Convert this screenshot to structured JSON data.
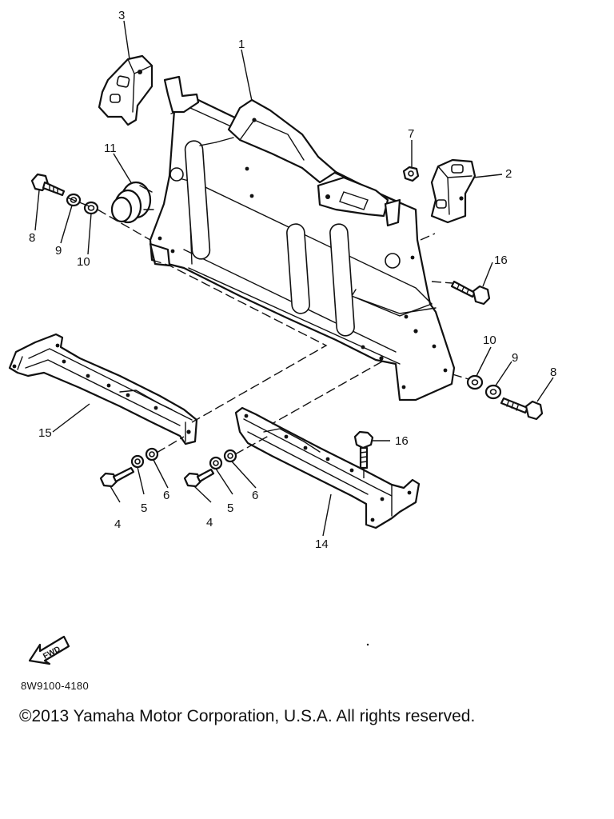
{
  "callouts": [
    {
      "id": "c1",
      "text": "1"
    },
    {
      "id": "c2",
      "text": "2"
    },
    {
      "id": "c3",
      "text": "3"
    },
    {
      "id": "c4a",
      "text": "4"
    },
    {
      "id": "c4b",
      "text": "4"
    },
    {
      "id": "c5a",
      "text": "5"
    },
    {
      "id": "c5b",
      "text": "5"
    },
    {
      "id": "c6a",
      "text": "6"
    },
    {
      "id": "c6b",
      "text": "6"
    },
    {
      "id": "c7",
      "text": "7"
    },
    {
      "id": "c8a",
      "text": "8"
    },
    {
      "id": "c8b",
      "text": "8"
    },
    {
      "id": "c9a",
      "text": "9"
    },
    {
      "id": "c9b",
      "text": "9"
    },
    {
      "id": "c10a",
      "text": "10"
    },
    {
      "id": "c10b",
      "text": "10"
    },
    {
      "id": "c11",
      "text": "11"
    },
    {
      "id": "c14",
      "text": "14"
    },
    {
      "id": "c15",
      "text": "15"
    },
    {
      "id": "c16a",
      "text": "16"
    },
    {
      "id": "c16b",
      "text": "16"
    }
  ],
  "fwd_label": "FWD",
  "diagram_code": "8W9100-4180",
  "copyright": "©2013 Yamaha Motor Corporation, U.S.A. All rights reserved."
}
